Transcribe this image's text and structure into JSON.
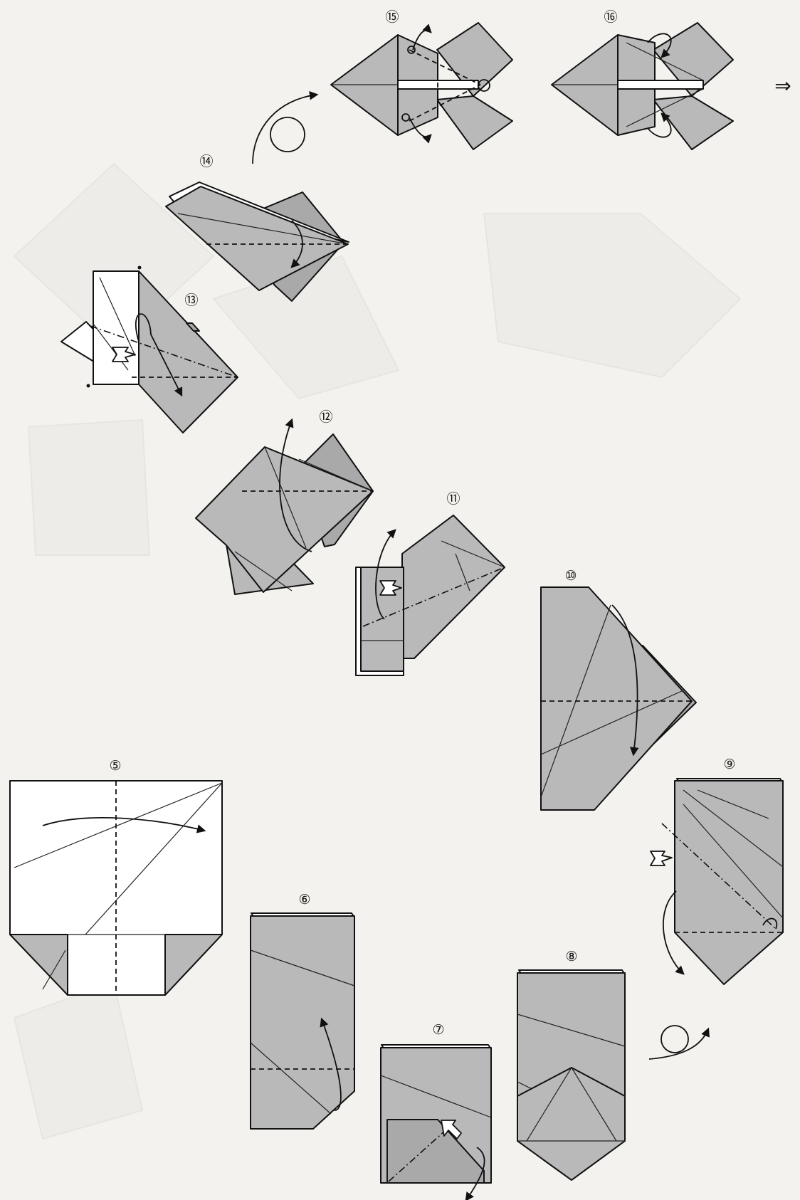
{
  "steps": [
    {
      "id": "s5",
      "label": "⑤"
    },
    {
      "id": "s6",
      "label": "⑥"
    },
    {
      "id": "s7",
      "label": "⑦"
    },
    {
      "id": "s8",
      "label": "⑧"
    },
    {
      "id": "s9",
      "label": "⑨"
    },
    {
      "id": "s10",
      "label": "⑩"
    },
    {
      "id": "s11",
      "label": "⑪"
    },
    {
      "id": "s12",
      "label": "⑫"
    },
    {
      "id": "s13",
      "label": "⑬"
    },
    {
      "id": "s14",
      "label": "⑭"
    },
    {
      "id": "s15",
      "label": "⑮"
    },
    {
      "id": "s16",
      "label": "⑯"
    }
  ],
  "continue_mark": "⇒",
  "colors": {
    "paper_colored": "#b9b9b9",
    "paper_white": "#ffffff",
    "ink": "#111111",
    "background": "#f3f2ee"
  }
}
